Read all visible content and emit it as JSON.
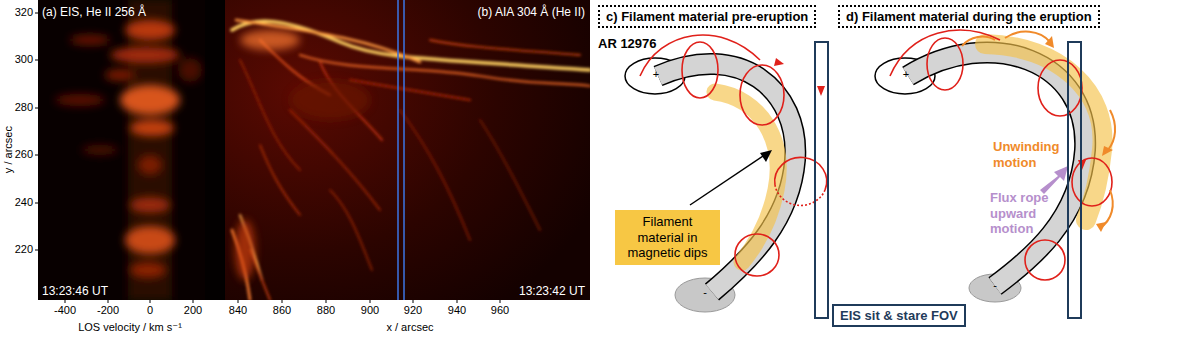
{
  "diagram": {
    "nodes": [
      {
        "text": [
          "c) Filament material pre-eruption"
        ]
      },
      {
        "text": [
          "Filament material in magnetic dips"
        ]
      },
      {
        "text": [
          "EIS sit & stare FOV"
        ]
      },
      {
        "text": [
          "d) Filament material during the eruption"
        ]
      }
    ],
    "labels": [
      "(a) EIS, He II 256 Å",
      "(b) AIA 304 Å (He II)",
      "13:23:46 UT",
      "13:23:42 UT",
      "y / arcsec",
      "320",
      "300",
      "280",
      "260",
      "240",
      "220",
      "-400",
      "-200",
      "0",
      "200",
      "LOS velocity / km s⁻¹",
      "840",
      "860",
      "880",
      "900",
      "920",
      "940",
      "960",
      "x / arcsec",
      "AR 12976",
      "+",
      "-",
      "+",
      "-",
      "Unwinding motion",
      "Flux rope upward motion"
    ]
  }
}
